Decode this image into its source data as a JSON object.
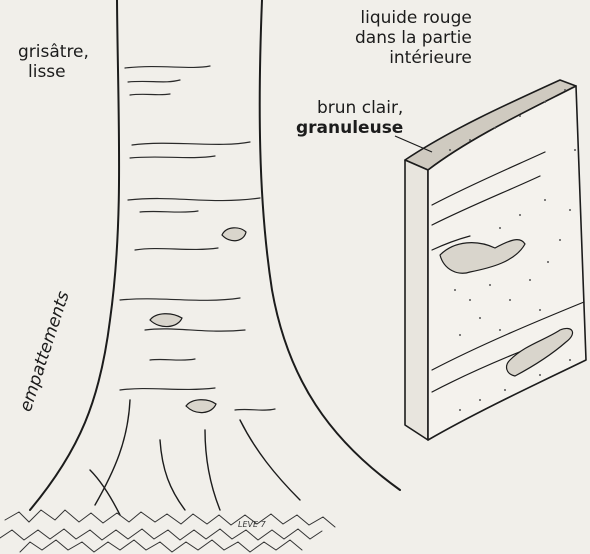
{
  "labels": {
    "trunk_bark_line1": "grisâtre,",
    "trunk_bark_line2": "lisse",
    "roots": "empattements",
    "section_outer_line1": "brun clair,",
    "section_outer_line2": "granuleuse",
    "section_inner_line1": "liquide rouge",
    "section_inner_line2": "dans la partie",
    "section_inner_line3": "intérieure"
  },
  "signature": "LEVE 7",
  "colors": {
    "background": "#f1efea",
    "ink": "#1c1c1c",
    "stipple": "#555555"
  }
}
